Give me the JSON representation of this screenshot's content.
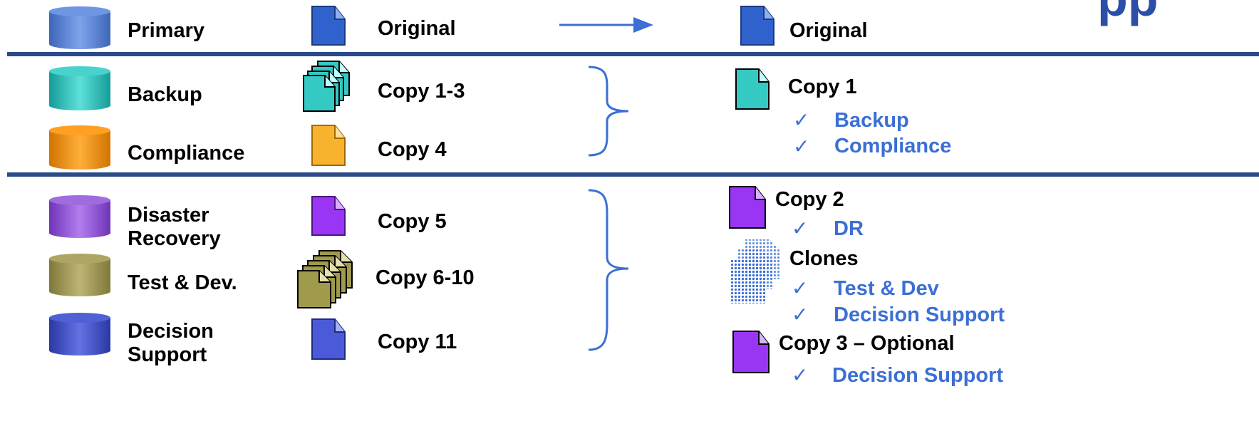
{
  "title_fragment": "pp",
  "left_column": {
    "tiers": [
      {
        "label": "Primary",
        "copy": "Original",
        "color": "#5b86d6"
      },
      {
        "label": "Backup",
        "copy": "Copy 1-3",
        "color": "#2bbdb8"
      },
      {
        "label": "Compliance",
        "copy": "Copy 4",
        "color": "#f08f00"
      },
      {
        "label": "Disaster Recovery",
        "label_lines": [
          "Disaster",
          "Recovery"
        ],
        "copy": "Copy 5",
        "color": "#8f4fd6"
      },
      {
        "label": "Test & Dev.",
        "copy": "Copy 6-10",
        "color": "#9c9455"
      },
      {
        "label": "Decision Support",
        "label_lines": [
          "Decision",
          "Support"
        ],
        "copy": "Copy 11",
        "color": "#3a4fc4"
      }
    ]
  },
  "right_column": {
    "original": "Original",
    "group1": {
      "title": "Copy 1",
      "checks": [
        "Backup",
        "Compliance"
      ]
    },
    "group2": {
      "title": "Copy 2",
      "checks": [
        "DR"
      ]
    },
    "group3": {
      "title": "Clones",
      "checks": [
        "Test & Dev",
        "Decision Support"
      ]
    },
    "group4": {
      "title": "Copy 3 – Optional",
      "checks": [
        "Decision Support"
      ]
    }
  },
  "check_glyph": "✓",
  "colors": {
    "divider": "#2b4a88",
    "accent": "#3b6fd4",
    "doc_blue": "#2f62cc",
    "doc_cyan": "#35c9c4",
    "doc_orange": "#f7b32e",
    "doc_purple": "#9b35f5",
    "doc_olive": "#a09a4d",
    "doc_indigo": "#4a5ad8"
  }
}
